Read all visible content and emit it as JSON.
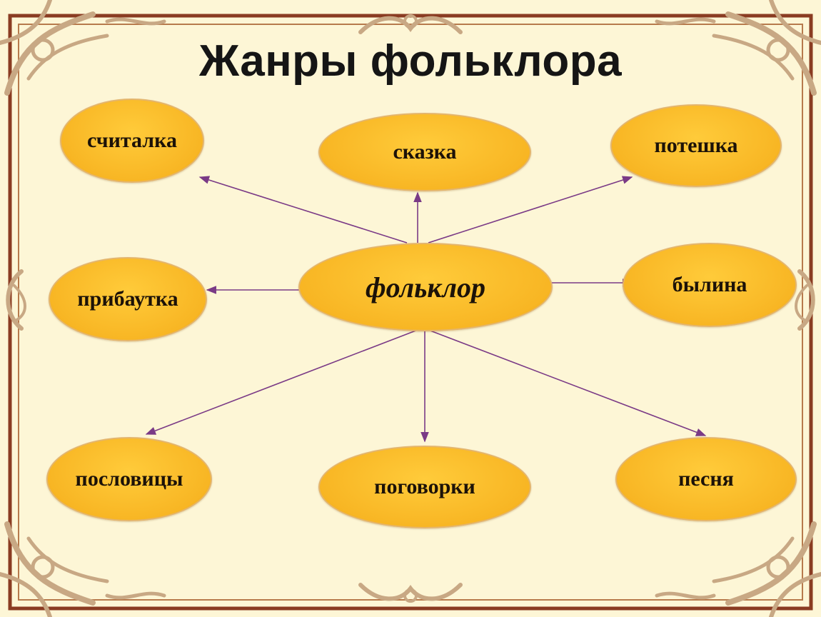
{
  "title": "Жанры фольклора",
  "center": {
    "label": "фольклор"
  },
  "genres": [
    "считалка",
    "сказка",
    "потешка",
    "прибаутка",
    "былина",
    "пословицы",
    "поговорки",
    "песня"
  ],
  "colors": {
    "background": "#fdf6d6",
    "node_fill": "#f8b624",
    "node_border": "#e4b56c",
    "arrow": "#7a3a86",
    "frame": "#8a3c22",
    "ornament": "#c8a884"
  }
}
